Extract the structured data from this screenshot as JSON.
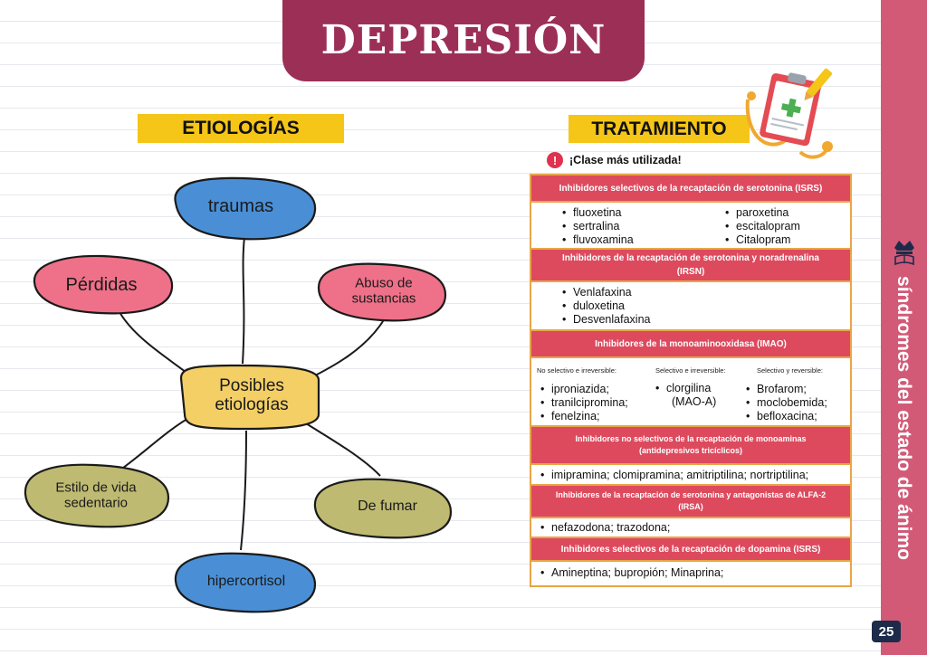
{
  "title": "DEPRESIÓN",
  "side_text": "síndromes del estado de ánimo",
  "page_number": "25",
  "etiologias": {
    "label": "ETIOLOGÍAS",
    "center": [
      "Posibles",
      "etiologías"
    ],
    "nodes": {
      "traumas": [
        "traumas"
      ],
      "perdidas": [
        "Pérdidas"
      ],
      "abuso": [
        "Abuso de",
        "sustancias"
      ],
      "estilo": [
        "Estilo de vida",
        "sedentario"
      ],
      "fumar": [
        "De fumar"
      ],
      "hipercortisol": [
        "hipercortisol"
      ]
    }
  },
  "tratamiento": {
    "label": "TRATAMIENTO",
    "alert": "¡Clase más utilizada!",
    "isrs": {
      "head": "Inhibidores selectivos de la recaptación de serotonina (ISRS)",
      "col1": [
        "fluoxetina",
        "sertralina",
        "fluvoxamina"
      ],
      "col2": [
        "paroxetina",
        "escitalopram",
        "Citalopram"
      ]
    },
    "irsn": {
      "head1": "Inhibidores de la recaptación de serotonina y noradrenalina",
      "head2": "(IRSN)",
      "items": [
        "Venlafaxina",
        "duloxetina",
        "Desvenlafaxina"
      ]
    },
    "imao": {
      "head": "Inhibidores de la monoaminooxidasa (IMAO)",
      "sub1": "No selectivo e irreversible:",
      "sub2": "Selectivo e irreversible:",
      "sub3": "Selectivo y reversible:",
      "col1": [
        "iproniazida;",
        "tranilcipromina;",
        "fenelzina;"
      ],
      "col2a": "clorgilina",
      "col2b": "(MAO-A)",
      "col3": [
        "Brofarom;",
        "moclobemida;",
        "befloxacina;"
      ]
    },
    "triciclicos": {
      "head1": "Inhibidores no selectivos de la recaptación de monoaminas",
      "head2": "(antidepresivos tricíclicos)",
      "item": "imipramina; clomipramina; amitriptilina; nortriptilina;"
    },
    "irsa": {
      "head1": "Inhibidores de la recaptación de serotonina y antagonistas de ALFA-2",
      "head2": "(IRSA)",
      "item": "nefazodona; trazodona;"
    },
    "dopamina": {
      "head": "Inhibidores selectivos de la recaptación de dopamina (ISRS)",
      "item": "Amineptina; bupropión; Minaprina;"
    }
  },
  "colors": {
    "title_bg": "#9c2f55",
    "side_band": "#d25a77",
    "section_yellow": "#f5c518",
    "table_header": "#dd4a5e",
    "table_border": "#e9a546",
    "node_blue": "#4a8fd6",
    "node_pink": "#ee7189",
    "node_olive": "#bfba72",
    "node_center": "#f3cf66"
  }
}
